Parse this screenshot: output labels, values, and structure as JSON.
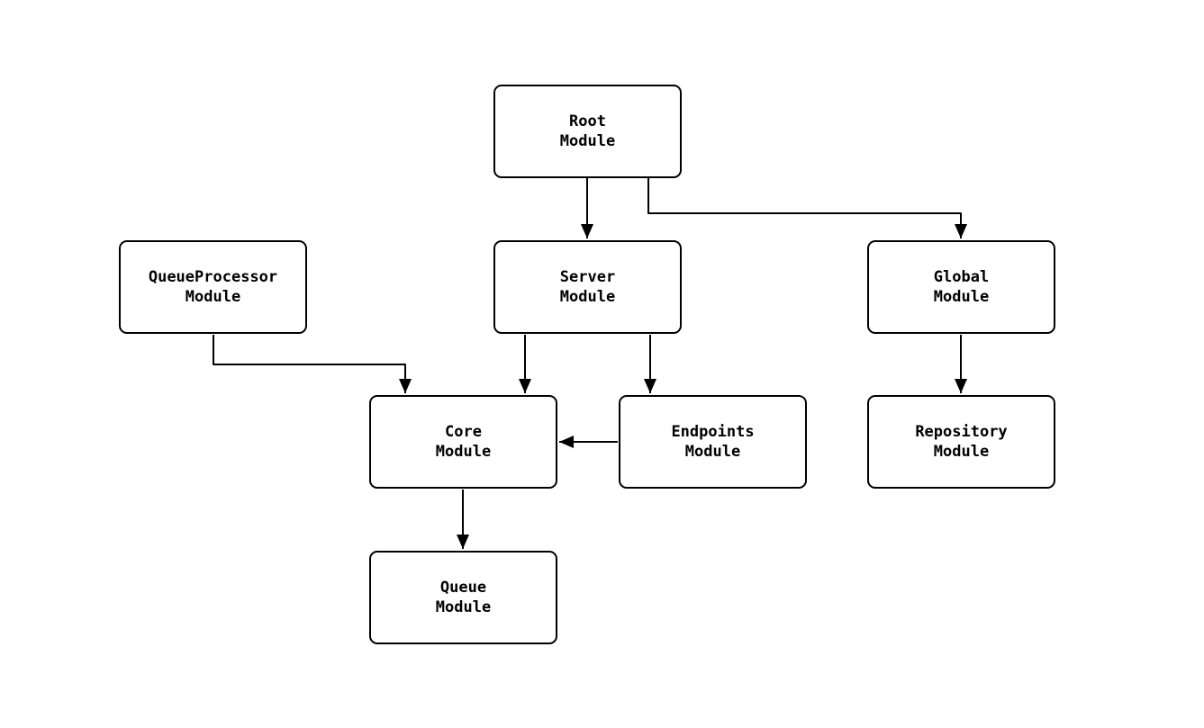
{
  "diagram": {
    "type": "flowchart",
    "direction": "top-down",
    "colors": {
      "background": "#ffffff",
      "node_fill": "#ffffff",
      "node_border": "#000000",
      "text": "#000000",
      "arrow": "#000000"
    },
    "nodes": {
      "root": {
        "line1": "Root",
        "line2": "Module"
      },
      "server": {
        "line1": "Server",
        "line2": "Module"
      },
      "queueprocessor": {
        "line1": "QueueProcessor",
        "line2": "Module"
      },
      "global": {
        "line1": "Global",
        "line2": "Module"
      },
      "core": {
        "line1": "Core",
        "line2": "Module"
      },
      "endpoints": {
        "line1": "Endpoints",
        "line2": "Module"
      },
      "repository": {
        "line1": "Repository",
        "line2": "Module"
      },
      "queue": {
        "line1": "Queue",
        "line2": "Module"
      }
    },
    "edges": [
      {
        "from": "Root Module",
        "to": "Server Module"
      },
      {
        "from": "Root Module",
        "to": "Global Module"
      },
      {
        "from": "QueueProcessor Module",
        "to": "Core Module"
      },
      {
        "from": "Server Module",
        "to": "Core Module"
      },
      {
        "from": "Server Module",
        "to": "Endpoints Module"
      },
      {
        "from": "Endpoints Module",
        "to": "Core Module"
      },
      {
        "from": "Global Module",
        "to": "Repository Module"
      },
      {
        "from": "Core Module",
        "to": "Queue Module"
      }
    ]
  }
}
